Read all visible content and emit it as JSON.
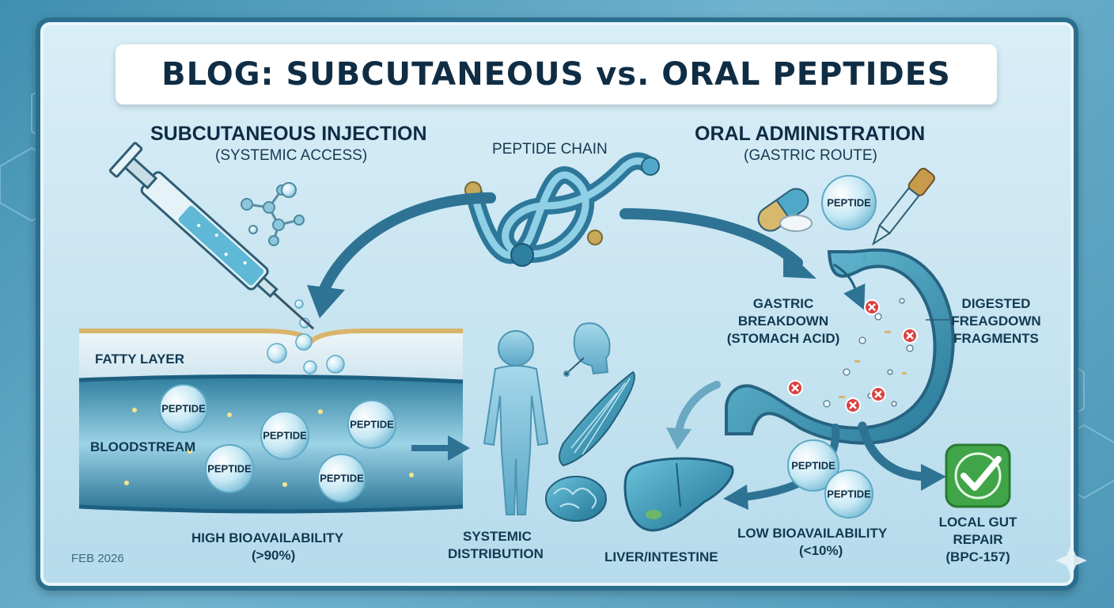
{
  "title": "BLOG: SUBCUTANEOUS vs. ORAL PEPTIDES",
  "left": {
    "heading": "SUBCUTANEOUS INJECTION",
    "subheading": "(SYSTEMIC ACCESS)",
    "fatty_layer": "FATTY LAYER",
    "bloodstream": "BLOODSTREAM",
    "bioavailability": "HIGH BIOAVAILABILITY",
    "bioavailability_value": "(>90%)",
    "peptide_labels": [
      "PEPTIDE",
      "PEPTIDE",
      "PEPTIDE",
      "PEPTIDE",
      "PEPTIDE"
    ]
  },
  "center": {
    "chain_label": "PEPTIDE CHAIN",
    "distribution_line1": "SYSTEMIC",
    "distribution_line2": "DISTRIBUTION"
  },
  "right": {
    "heading": "ORAL ADMINISTRATION",
    "subheading": "(GASTRIC ROUTE)",
    "capsule_peptide": "PEPTIDE",
    "gastric_line1": "GASTRIC",
    "gastric_line2": "BREAKDOWN",
    "gastric_line3": "(STOMACH ACID)",
    "digested_line1": "DIGESTED",
    "digested_line2": "FREAGDOWN",
    "digested_line3": "FRAGMENTS",
    "liver_label": "LIVER/INTESTINE",
    "peptide_a": "PEPTIDE",
    "peptide_b": "PEPTIDE",
    "bioavailability": "LOW BIOAVAILABILITY",
    "bioavailability_value": "(<10%)",
    "gut_line1": "LOCAL GUT",
    "gut_line2": "REPAIR",
    "gut_line3": "(BPC-157)"
  },
  "footer": {
    "date": "FEB 2026"
  },
  "colors": {
    "frame_border": "#2b6f8f",
    "arrow": "#2e7394",
    "check_green": "#3fa548",
    "x_red": "#d9413f",
    "title_text": "#0f2d44"
  }
}
